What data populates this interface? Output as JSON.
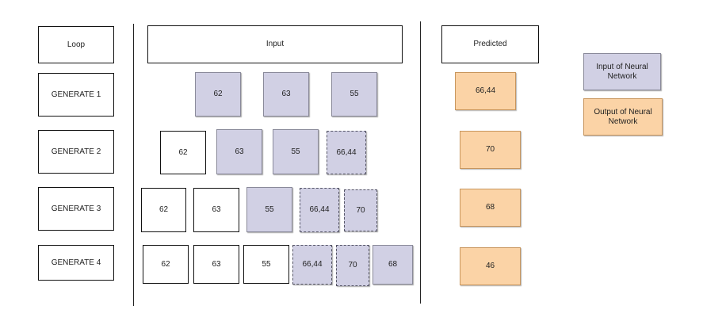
{
  "headers": {
    "loop": "Loop",
    "input": "Input",
    "predicted": "Predicted"
  },
  "rows": [
    {
      "label": "GENERATE 1",
      "inputs": [
        "62",
        "63",
        "55"
      ],
      "predicted": "66,44"
    },
    {
      "label": "GENERATE 2",
      "inputs": [
        "62",
        "63",
        "55",
        "66,44"
      ],
      "predicted": "70"
    },
    {
      "label": "GENERATE 3",
      "inputs": [
        "62",
        "63",
        "55",
        "66,44",
        "70"
      ],
      "predicted": "68"
    },
    {
      "label": "GENERATE 4",
      "inputs": [
        "62",
        "63",
        "55",
        "66,44",
        "70",
        "68"
      ],
      "predicted": "46"
    }
  ],
  "legend": {
    "input_label": "Input of Neural Network",
    "output_label": "Output of Neural Network"
  },
  "colors": {
    "nn_input": "#d1d0e4",
    "nn_output": "#fbd3a6",
    "plain": "#ffffff"
  }
}
